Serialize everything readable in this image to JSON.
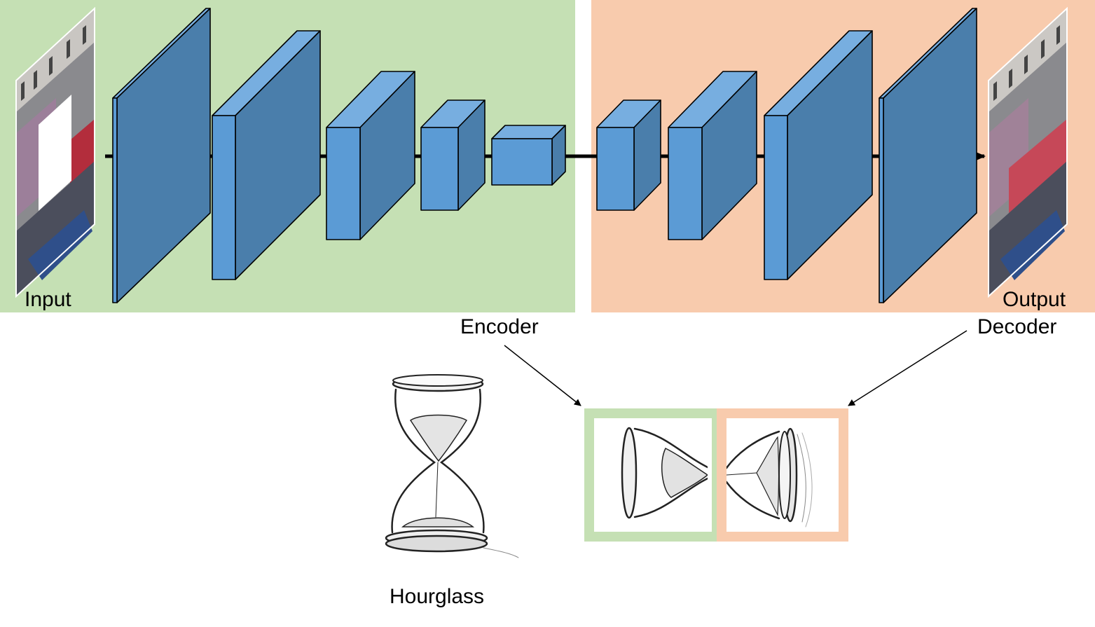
{
  "labels": {
    "input": "Input",
    "output": "Output",
    "encoder": "Encoder",
    "decoder": "Decoder",
    "hourglass": "Hourglass"
  },
  "colors": {
    "encoder_region": "#c5e0b4",
    "decoder_region": "#f8cbad",
    "block_front": "#5b9bd5",
    "block_side": "#4a7eab",
    "block_top": "#77aee0",
    "outline": "#000000",
    "flow_line": "#000000"
  },
  "encoder_blocks": [
    {
      "name": "encoder-layer-1"
    },
    {
      "name": "encoder-layer-2"
    },
    {
      "name": "encoder-layer-3"
    },
    {
      "name": "encoder-layer-4"
    },
    {
      "name": "bottleneck-layer"
    }
  ],
  "decoder_blocks": [
    {
      "name": "decoder-layer-1"
    },
    {
      "name": "decoder-layer-2"
    },
    {
      "name": "decoder-layer-3"
    },
    {
      "name": "decoder-layer-4"
    }
  ],
  "icons": {
    "input_image": "street-facade-masked-image",
    "output_image": "street-facade-restored-image",
    "hourglass": "hourglass-sketch-icon",
    "split_hourglass": "split-hourglass-icon"
  }
}
